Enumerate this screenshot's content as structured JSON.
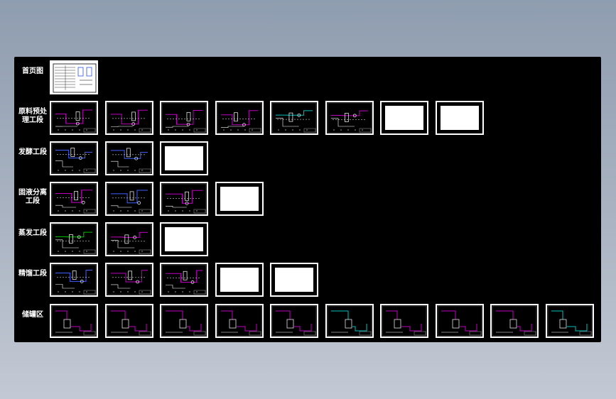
{
  "rows": [
    {
      "label": "首页图",
      "sheets": [
        {
          "kind": "cover"
        }
      ]
    },
    {
      "label": "原料预处理工段",
      "sheets": [
        {
          "kind": "flow",
          "accent": "#c000c0"
        },
        {
          "kind": "flow",
          "accent": "#c000c0"
        },
        {
          "kind": "flow",
          "accent": "#c000c0"
        },
        {
          "kind": "flow",
          "accent": "#c000c0"
        },
        {
          "kind": "flow",
          "accent": "#00c0c0"
        },
        {
          "kind": "flow",
          "accent": "#c000c0"
        },
        {
          "kind": "blank"
        },
        {
          "kind": "blank"
        }
      ]
    },
    {
      "label": "发酵工段",
      "sheets": [
        {
          "kind": "flow",
          "accent": "#4060ff"
        },
        {
          "kind": "flow",
          "accent": "#4060ff"
        },
        {
          "kind": "blank"
        }
      ]
    },
    {
      "label": "固液分离工段",
      "sheets": [
        {
          "kind": "flow",
          "accent": "#c000c0"
        },
        {
          "kind": "flow",
          "accent": "#4060ff"
        },
        {
          "kind": "flow",
          "accent": "#c000c0"
        },
        {
          "kind": "blank"
        }
      ]
    },
    {
      "label": "蒸发工段",
      "sheets": [
        {
          "kind": "flow",
          "accent": "#00c000"
        },
        {
          "kind": "flow",
          "accent": "#c000c0"
        },
        {
          "kind": "blank"
        }
      ]
    },
    {
      "label": "精馏工段",
      "sheets": [
        {
          "kind": "flow",
          "accent": "#4060ff"
        },
        {
          "kind": "flow",
          "accent": "#c000c0"
        },
        {
          "kind": "flow",
          "accent": "#c000c0"
        },
        {
          "kind": "blank"
        },
        {
          "kind": "blank"
        }
      ]
    },
    {
      "label": "储罐区",
      "sheets": [
        {
          "kind": "tank",
          "accent": "#c000c0"
        },
        {
          "kind": "tank",
          "accent": "#c000c0"
        },
        {
          "kind": "tank",
          "accent": "#c000c0"
        },
        {
          "kind": "tank",
          "accent": "#c000c0"
        },
        {
          "kind": "tank",
          "accent": "#c000c0"
        },
        {
          "kind": "tank",
          "accent": "#00c0c0"
        },
        {
          "kind": "tank",
          "accent": "#c000c0"
        },
        {
          "kind": "tank",
          "accent": "#c000c0"
        },
        {
          "kind": "tank",
          "accent": "#c000c0"
        },
        {
          "kind": "tank",
          "accent": "#00c0c0"
        }
      ]
    }
  ]
}
